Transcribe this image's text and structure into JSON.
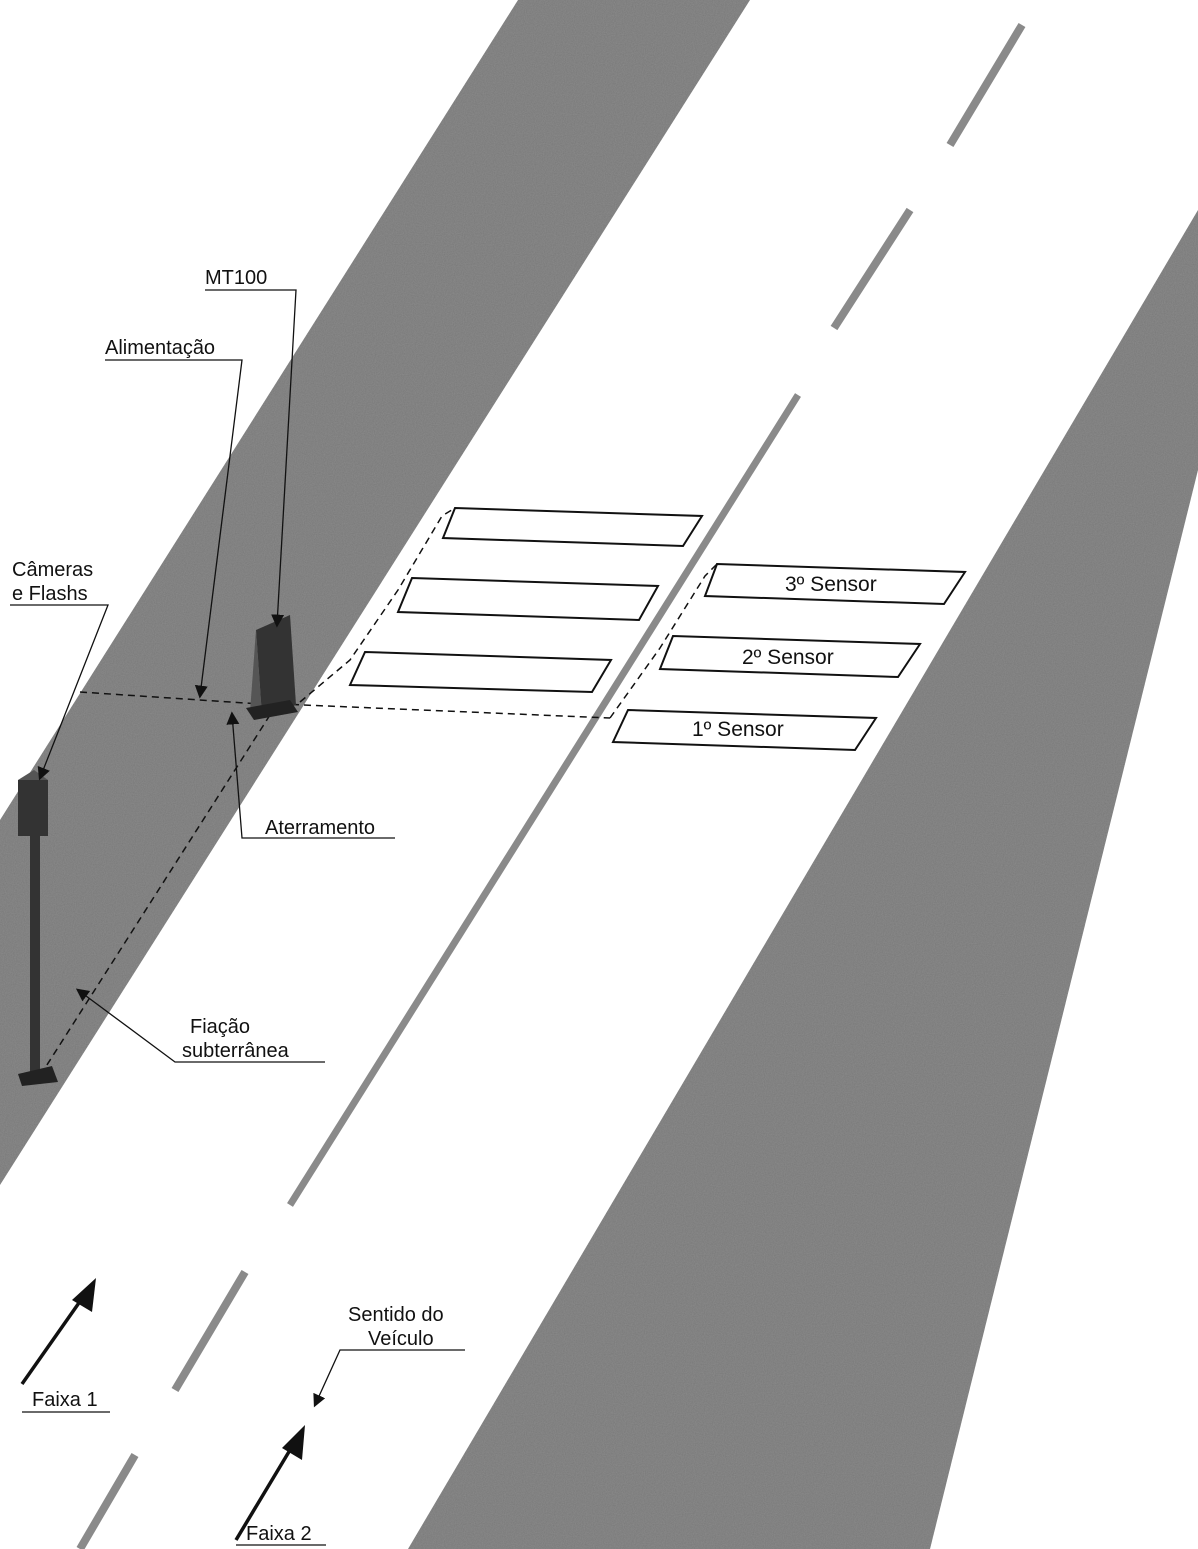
{
  "labels": {
    "mt100": "MT100",
    "alimentacao": "Alimentação",
    "cameras_line1": "Câmeras",
    "cameras_line2": "e Flashs",
    "aterramento": "Aterramento",
    "fiacao_line1": "Fiação",
    "fiacao_line2": "subterrânea",
    "sentido_line1": "Sentido do",
    "sentido_line2": "Veículo",
    "faixa1": "Faixa 1",
    "faixa2": "Faixa 2"
  },
  "sensors_lane2": [
    {
      "label": "3º Sensor"
    },
    {
      "label": "2º Sensor"
    },
    {
      "label": "1º Sensor"
    }
  ],
  "colors": {
    "asphalt": "#8c8c8c",
    "asphalt_dark": "#5f5f5f",
    "road": "#ffffff",
    "lane_mark": "#8a8a8a",
    "equipment": "#3a3a3a",
    "line": "#111111"
  }
}
